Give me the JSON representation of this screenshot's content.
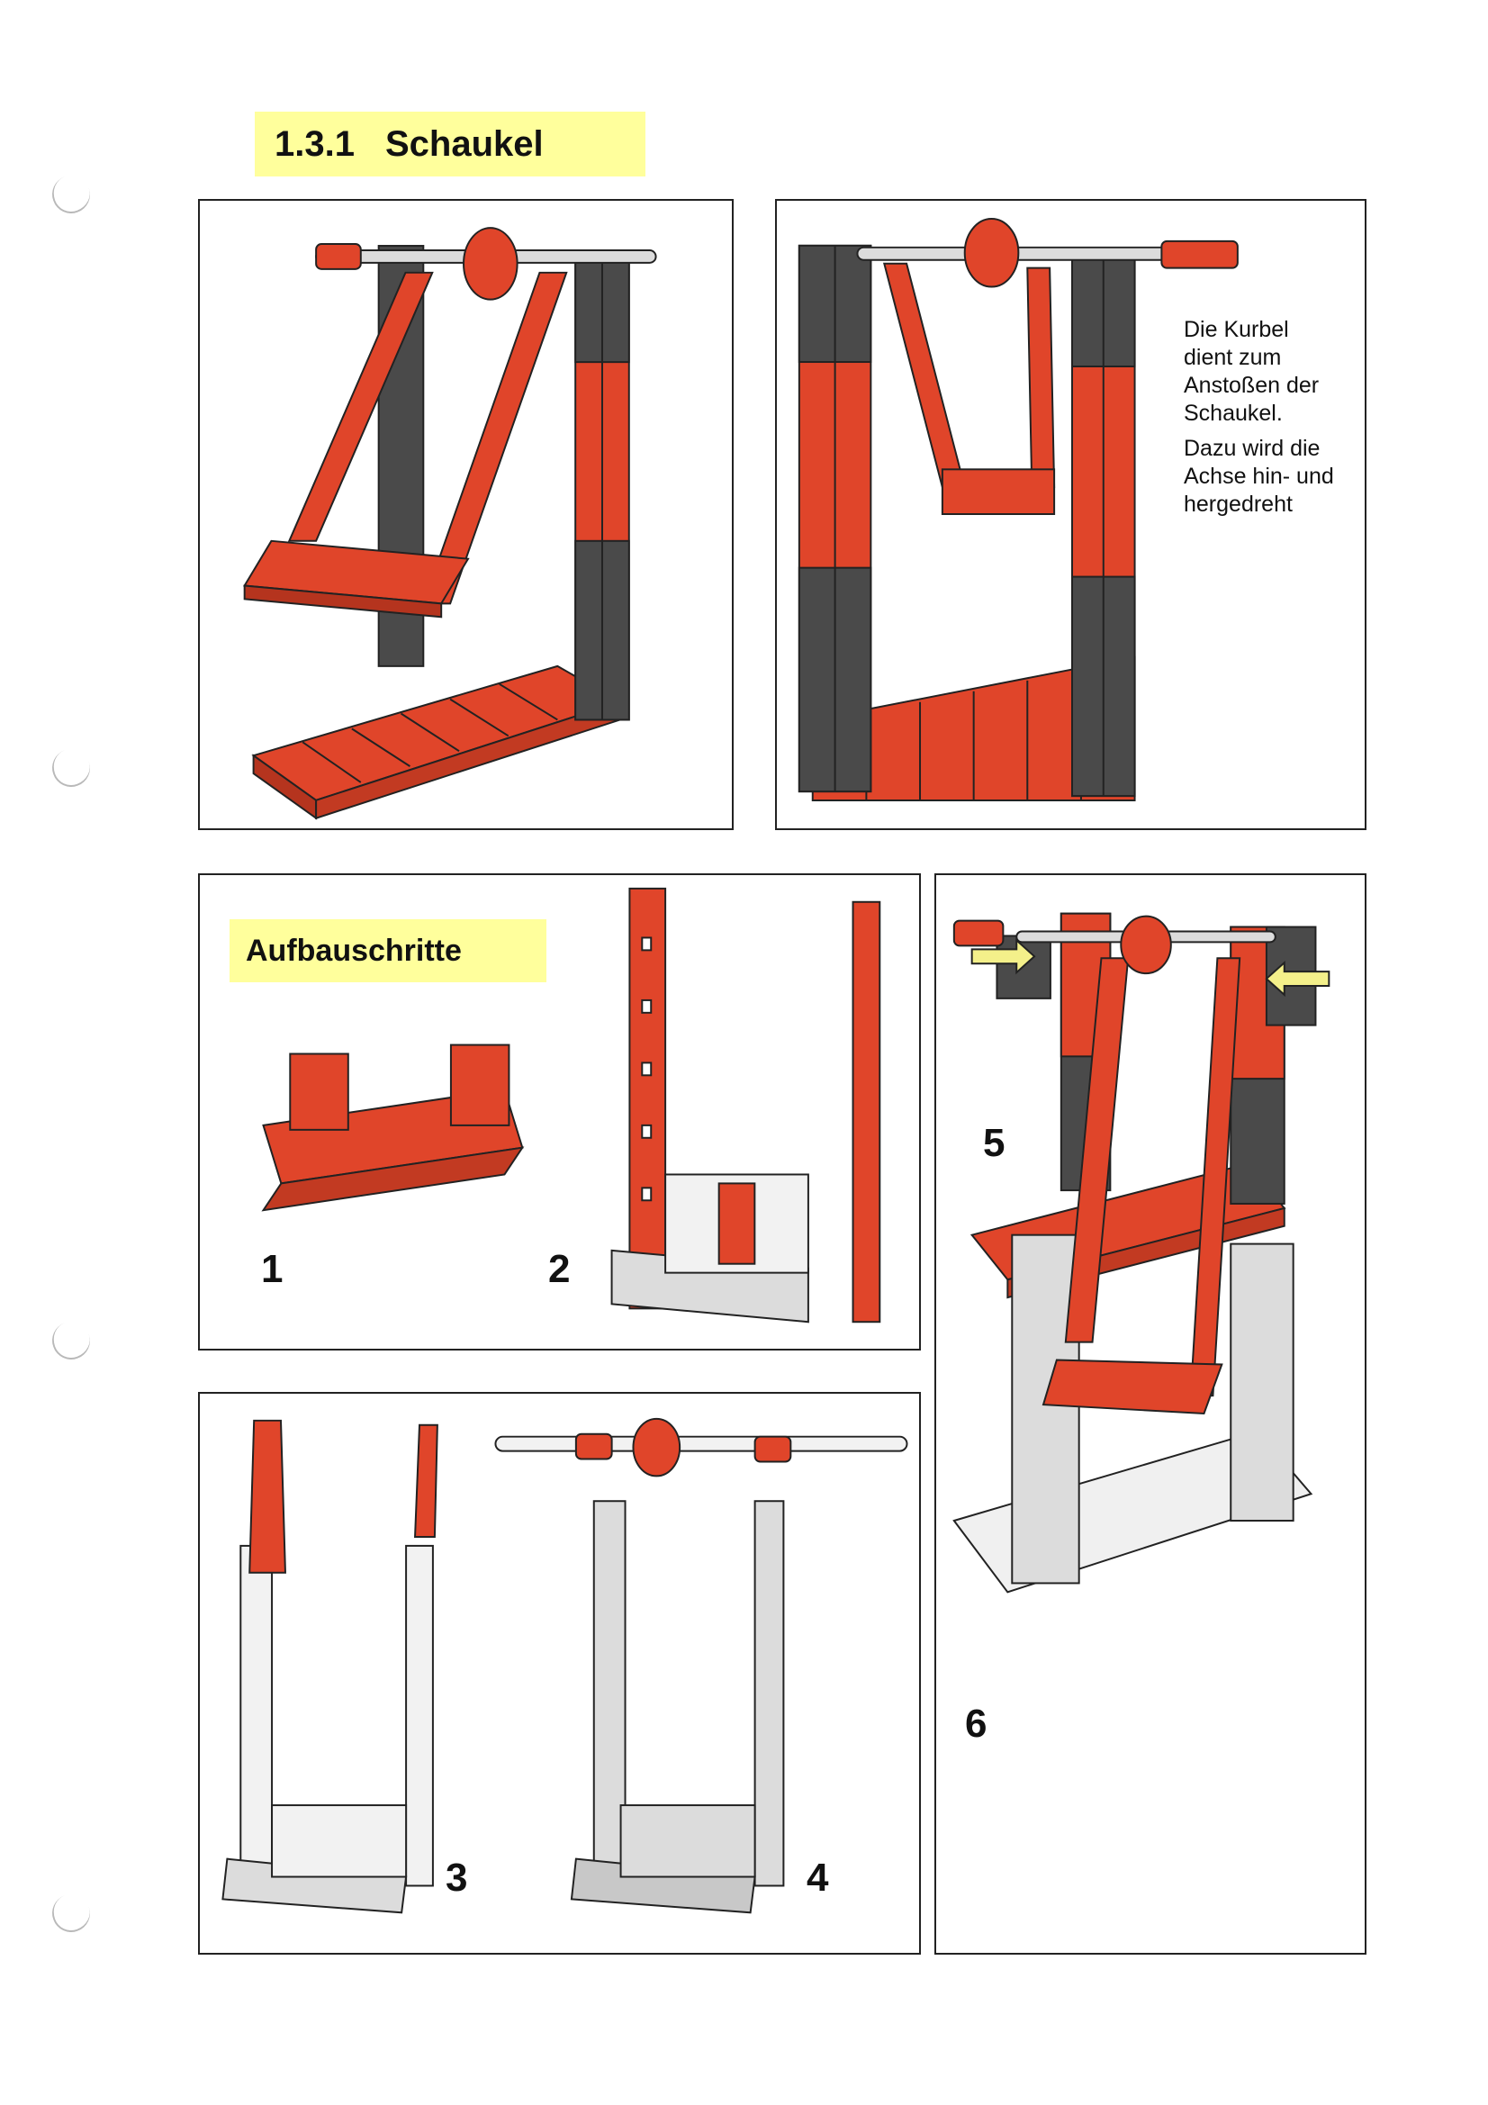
{
  "section": {
    "number": "1.3.1",
    "title": "Schaukel"
  },
  "note": {
    "line1": "Die Kurbel\ndient zum\nAnstoßen der\nSchaukel.",
    "line2": "Dazu wird die\nAchse hin- und\nhergedreht"
  },
  "subheading": "Aufbauschritte",
  "steps": [
    "1",
    "2",
    "3",
    "4",
    "5",
    "6"
  ],
  "colors": {
    "highlight": "#ffff9c",
    "brick_red": "#e0452a",
    "brick_grey": "#4a4a4a",
    "part_white": "#dcdcdc",
    "arrow": "#f4f08a"
  }
}
